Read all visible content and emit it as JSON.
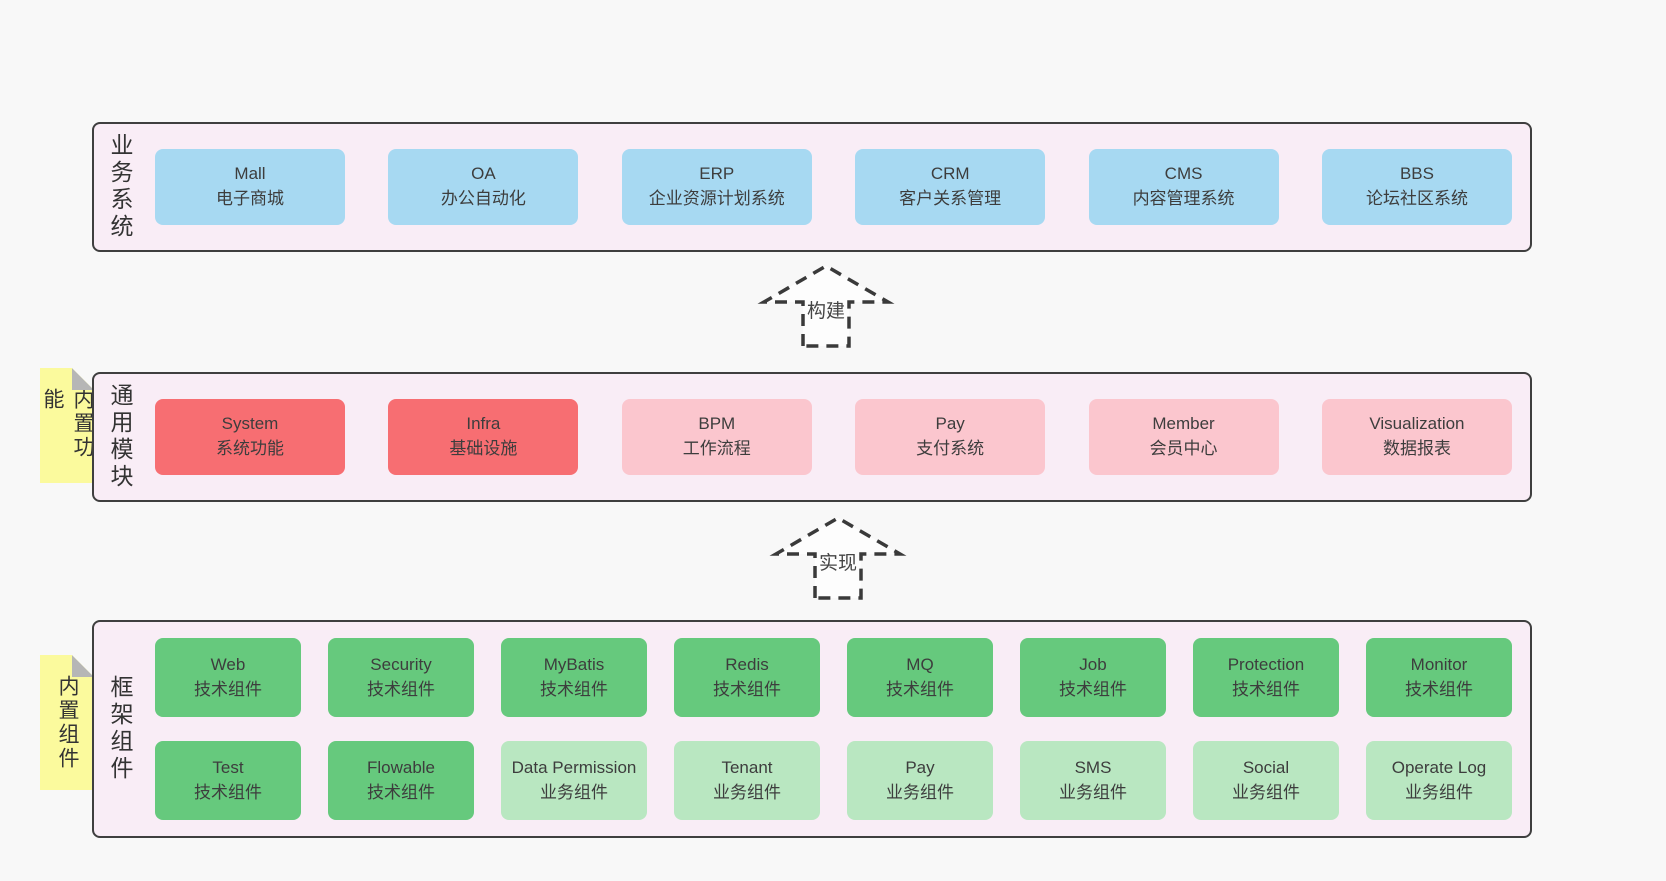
{
  "colors": {
    "page_bg": "#f8f8f8",
    "band_bg": "#f9edf6",
    "band_border": "#3f3f3f",
    "blue": "#a7d9f2",
    "red": "#f76e72",
    "pink": "#fbc6ce",
    "green_dark": "#66c97d",
    "green_light": "#b9e7c1",
    "yellow_note": "#fbfa9d",
    "fold_gray": "#b6b6b6",
    "text": "#3c3c3c"
  },
  "bands": [
    {
      "label": "业务系统",
      "boxes": [
        {
          "title": "Mall",
          "subtitle": "电子商城"
        },
        {
          "title": "OA",
          "subtitle": "办公自动化"
        },
        {
          "title": "ERP",
          "subtitle": "企业资源计划系统"
        },
        {
          "title": "CRM",
          "subtitle": "客户关系管理"
        },
        {
          "title": "CMS",
          "subtitle": "内容管理系统"
        },
        {
          "title": "BBS",
          "subtitle": "论坛社区系统"
        }
      ]
    },
    {
      "label": "通用模块",
      "note": "内置功能",
      "boxes": [
        {
          "title": "System",
          "subtitle": "系统功能"
        },
        {
          "title": "Infra",
          "subtitle": "基础设施"
        },
        {
          "title": "BPM",
          "subtitle": "工作流程"
        },
        {
          "title": "Pay",
          "subtitle": "支付系统"
        },
        {
          "title": "Member",
          "subtitle": "会员中心"
        },
        {
          "title": "Visualization",
          "subtitle": "数据报表"
        }
      ]
    },
    {
      "label": "框架组件",
      "note": "内置组件",
      "rows": [
        [
          {
            "title": "Web",
            "subtitle": "技术组件"
          },
          {
            "title": "Security",
            "subtitle": "技术组件"
          },
          {
            "title": "MyBatis",
            "subtitle": "技术组件"
          },
          {
            "title": "Redis",
            "subtitle": "技术组件"
          },
          {
            "title": "MQ",
            "subtitle": "技术组件"
          },
          {
            "title": "Job",
            "subtitle": "技术组件"
          },
          {
            "title": "Protection",
            "subtitle": "技术组件"
          },
          {
            "title": "Monitor",
            "subtitle": "技术组件"
          }
        ],
        [
          {
            "title": "Test",
            "subtitle": "技术组件"
          },
          {
            "title": "Flowable",
            "subtitle": "技术组件"
          },
          {
            "title": "Data Permission",
            "subtitle": "业务组件"
          },
          {
            "title": "Tenant",
            "subtitle": "业务组件"
          },
          {
            "title": "Pay",
            "subtitle": "业务组件"
          },
          {
            "title": "SMS",
            "subtitle": "业务组件"
          },
          {
            "title": "Social",
            "subtitle": "业务组件"
          },
          {
            "title": "Operate Log",
            "subtitle": "业务组件"
          }
        ]
      ]
    }
  ],
  "arrows": [
    {
      "label": "构建"
    },
    {
      "label": "实现"
    }
  ]
}
